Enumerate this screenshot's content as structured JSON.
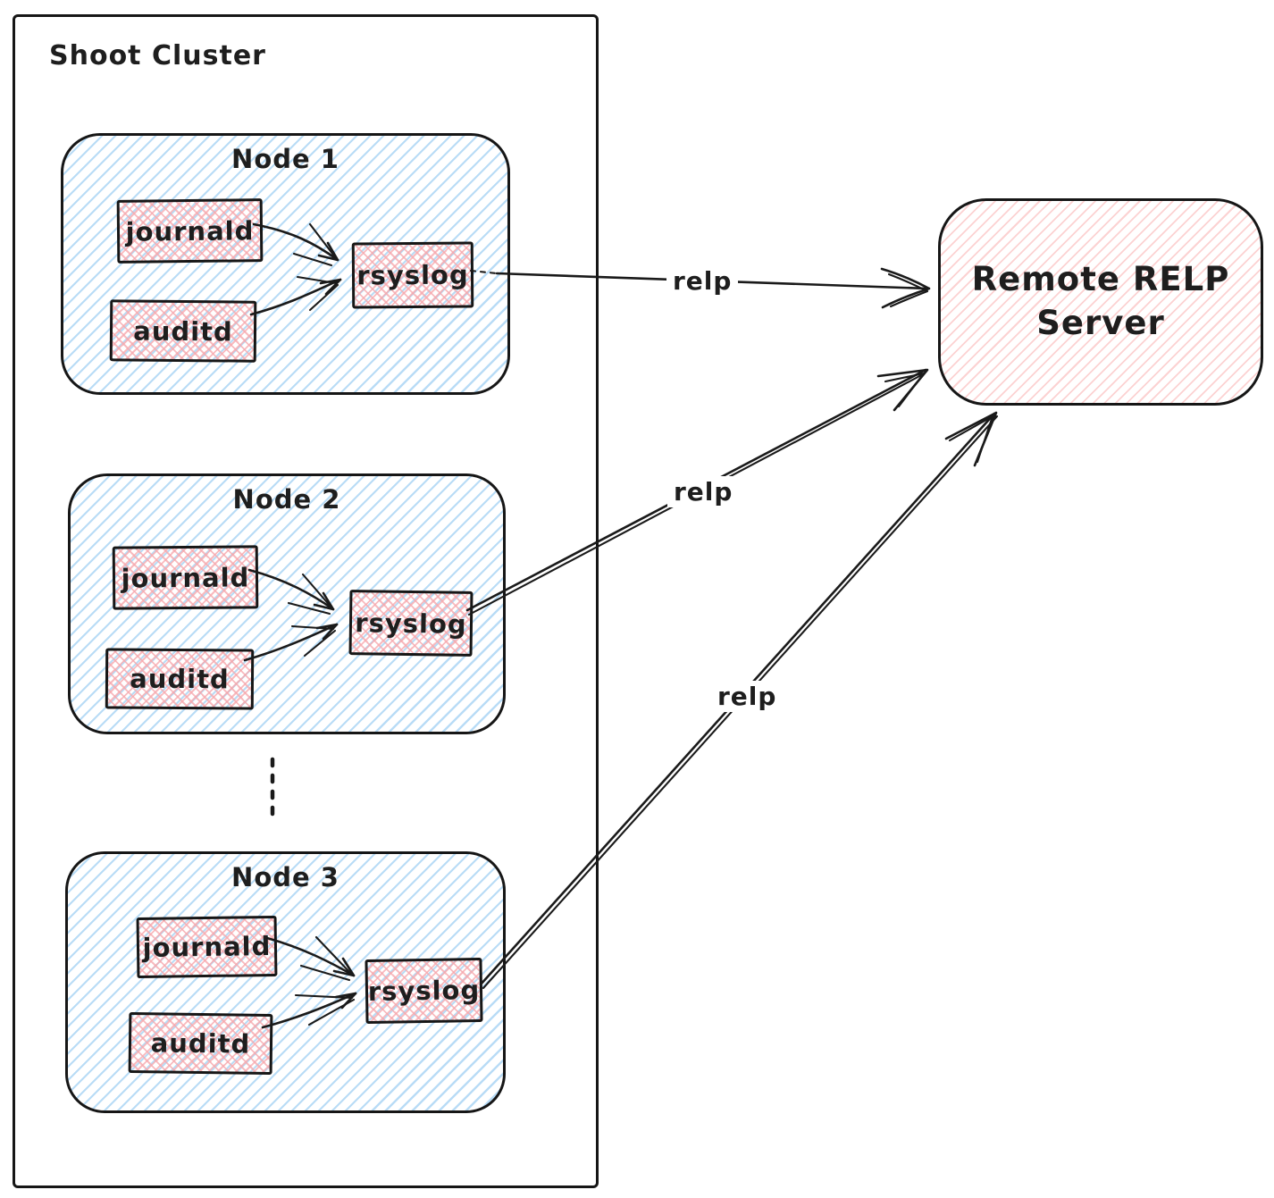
{
  "cluster": {
    "title": "Shoot Cluster"
  },
  "nodes": [
    {
      "title": "Node 1",
      "journald": "journald",
      "auditd": "auditd",
      "rsyslog": "rsyslog"
    },
    {
      "title": "Node 2",
      "journald": "journald",
      "auditd": "auditd",
      "rsyslog": "rsyslog"
    },
    {
      "title": "Node 3",
      "journald": "journald",
      "auditd": "auditd",
      "rsyslog": "rsyslog"
    }
  ],
  "server": {
    "line1": "Remote RELP",
    "line2": "Server"
  },
  "edges": [
    {
      "from": "node-1-rsyslog",
      "to": "remote-relp-server",
      "label": "relp"
    },
    {
      "from": "node-2-rsyslog",
      "to": "remote-relp-server",
      "label": "relp"
    },
    {
      "from": "node-3-rsyslog",
      "to": "remote-relp-server",
      "label": "relp"
    }
  ],
  "colors": {
    "stroke": "#1e1e1e",
    "node_fill": "#a5d8ff",
    "component_fill": "#ffc9c9",
    "server_fill": "#ffc9c9",
    "background": "#ffffff"
  }
}
